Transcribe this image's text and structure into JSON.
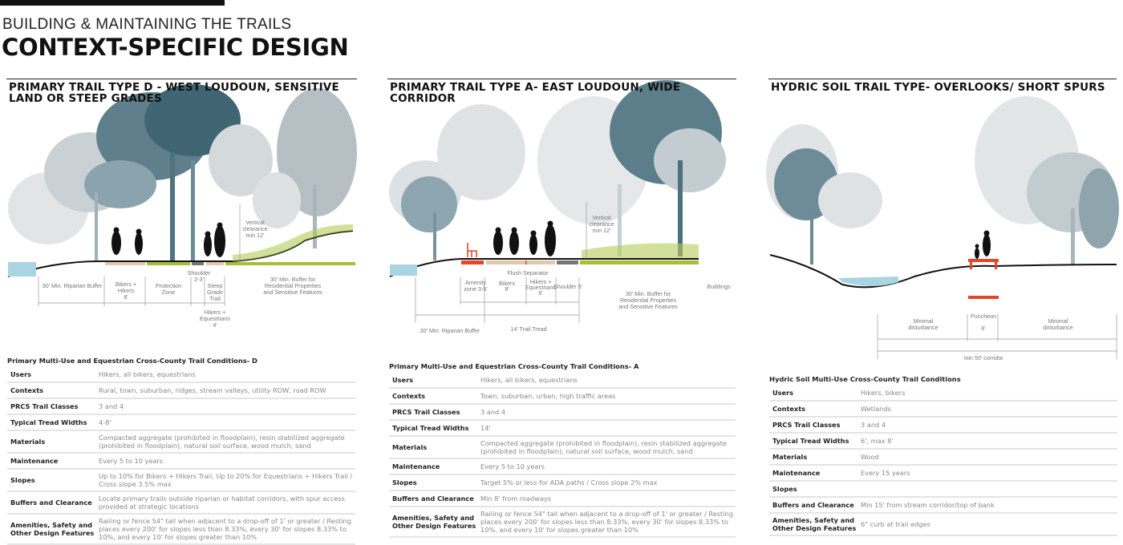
{
  "header": {
    "kicker": "BUILDING & MAINTAINING THE TRAILS",
    "title": "CONTEXT-SPECIFIC DESIGN"
  },
  "colors": {
    "trail_tan": "#e2c8ad",
    "buffer_green": "#a9be38",
    "shoulder_gray": "#777777",
    "amenity_red": "#e8442c",
    "water": "#a9d4e2"
  },
  "panels": [
    {
      "title": "PRIMARY TRAIL TYPE D - WEST LOUDOUN, SENSITIVE LAND OR STEEP GRADES",
      "diagram": {
        "riparian": "30' Min. Riparian Buffer",
        "bikers_1": "Bikers +",
        "bikers_2": "Hikers",
        "bikers_3": "8'",
        "protection_1": "Protection",
        "protection_2": "Zone",
        "shoulder_1": "Shoulder",
        "shoulder_2": "2-3'",
        "steep_1": "Steep",
        "steep_2": "Grade",
        "steep_3": "Trail",
        "buffer_1": "30' Min. Buffer for",
        "buffer_2": "Residential Properties",
        "buffer_3": "and Sensitive Features",
        "equest_1": "Hikers +",
        "equest_2": "Equestrians",
        "equest_3": "4'",
        "clear_1": "Vertical",
        "clear_2": "clearance",
        "clear_3": "min 12'"
      },
      "table": {
        "title": "Primary Multi-Use and Equestrian Cross-County Trail Conditions- D",
        "rows": [
          {
            "k": "Users",
            "v": "Hikers, all bikers, equestrians"
          },
          {
            "k": "Contexts",
            "v": "Rural, town, suburban, ridges, stream valleys, utility ROW, road ROW"
          },
          {
            "k": "PRCS Trail Classes",
            "v": "3 and 4"
          },
          {
            "k": "Typical Tread Widths",
            "v": "4-8'"
          },
          {
            "k": "Materials",
            "v": "Compacted aggregate (prohibited in floodplain), resin stabilized aggregate (prohibited in floodplain), natural soil surface, wood mulch, sand"
          },
          {
            "k": "Maintenance",
            "v": "Every 5 to 10 years"
          },
          {
            "k": "Slopes",
            "v": "Up to 10% for Bikers + Hikers Trail, Up to 20% for Equestrians + Hikers Trail / Cross slope 3.5% max"
          },
          {
            "k": "Buffers and Clearance",
            "v": "Locate primary trails outside riparian or habitat corridors, with spur access provided at strategic locations"
          },
          {
            "k": "Amenities, Safety and Other Design Features",
            "v": "Railing or fence 54\" tall when adjacent to a drop-off of 1' or greater / Resting places every 200' for slopes less than 8.33%, every 30' for slopes 8.33% to 10%, and every 10' for slopes greater than 10%"
          }
        ]
      }
    },
    {
      "title": "PRIMARY TRAIL TYPE A- EAST LOUDOUN, WIDE CORRIDOR",
      "diagram": {
        "flush": "Flush Separator",
        "amenity_1": "Amenity",
        "amenity_2": "zone 3-5'",
        "bikers_1": "Bikers",
        "bikers_2": "8'",
        "equest_1": "Hikers +",
        "equest_2": "Equestrians",
        "equest_3": "6'",
        "shoulder": "Shoulder 5'",
        "buffer_1": "30' Min. Buffer for",
        "buffer_2": "Residential Properties",
        "buffer_3": "and Sensitive Features",
        "buildings": "Buildings",
        "riparian": "30' Min. Riparian Buffer",
        "tread": "14' Trail Tread",
        "clear_1": "Vertical",
        "clear_2": "clearance",
        "clear_3": "min 12'"
      },
      "table": {
        "title": "Primary Multi-Use and Equestrian Cross-County Trail Conditions- A",
        "rows": [
          {
            "k": "Users",
            "v": "Hikers, all bikers, equestrians"
          },
          {
            "k": "Contexts",
            "v": "Town, suburban, urban, high traffic areas"
          },
          {
            "k": "PRCS Trail Classes",
            "v": "3 and 4"
          },
          {
            "k": "Typical Tread Widths",
            "v": "14'"
          },
          {
            "k": "Materials",
            "v": "Compacted aggregate (prohibited in floodplain), resin stabilized aggregate (prohibited in floodplain), natural soil surface, wood mulch, sand"
          },
          {
            "k": "Maintenance",
            "v": "Every 5 to 10 years"
          },
          {
            "k": "Slopes",
            "v": "Target 5% or less for ADA paths / Cross slope 2% max"
          },
          {
            "k": "Buffers and Clearance",
            "v": "Min 8' from roadways"
          },
          {
            "k": "Amenities, Safety and Other Design Features",
            "v": "Railing or fence 54\" tall when adjacent to a drop-off of 1' or greater / Resting places every 200' for slopes less than 8.33%, every 30' for slopes 8.33% to 10%, and every 10' for slopes greater than 10%"
          }
        ]
      }
    },
    {
      "title": "HYDRIC SOIL TRAIL TYPE- OVERLOOKS/ SHORT SPURS",
      "diagram": {
        "minimal_left_1": "Minimal",
        "minimal_left_2": "disturbance",
        "puncheon": "Puncheon",
        "puncheon_width": "6'",
        "minimal_right_1": "Minimal",
        "minimal_right_2": "disturbance",
        "corridor": "min 50' corridor"
      },
      "table": {
        "title": "Hydric Soil Multi-Use Cross-County Trail Conditions",
        "rows": [
          {
            "k": "Users",
            "v": "Hikers, bikers"
          },
          {
            "k": "Contexts",
            "v": "Wetlands"
          },
          {
            "k": "PRCS Trail Classes",
            "v": "3 and 4"
          },
          {
            "k": "Typical Tread Widths",
            "v": "6', max 8'"
          },
          {
            "k": "Materials",
            "v": "Wood"
          },
          {
            "k": "Maintenance",
            "v": "Every 15 years"
          },
          {
            "k": "Slopes",
            "v": ""
          },
          {
            "k": "Buffers and Clearance",
            "v": "Min 15' from stream corridor/top of bank"
          },
          {
            "k": "Amenities, Safety and Other Design Features",
            "v": "6\" curb at trail edges"
          }
        ]
      }
    }
  ]
}
